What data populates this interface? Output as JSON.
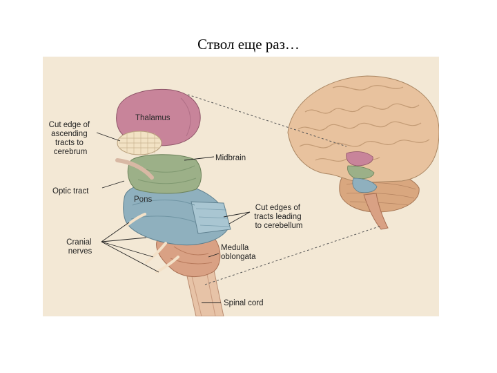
{
  "slide": {
    "title": "Ствол еще раз…"
  },
  "figure": {
    "labels": {
      "thalamus": "Thalamus",
      "cut_edge_ascending": [
        "Cut edge of",
        "ascending",
        "tracts to",
        "cerebrum"
      ],
      "midbrain": "Midbrain",
      "optic_tract": "Optic tract",
      "pons": "Pons",
      "cut_edges_cerebellum": [
        "Cut edges of",
        "tracts leading",
        "to cerebellum"
      ],
      "cranial_nerves": [
        "Cranial",
        "nerves"
      ],
      "medulla": [
        "Medulla",
        "oblongata"
      ],
      "spinal_cord": "Spinal cord"
    },
    "colors": {
      "background": "#f2e6d2",
      "thalamus": "#c8849a",
      "midbrain": "#9cb088",
      "pons": "#8fb0be",
      "medulla": "#d9a184",
      "cerebrum": "#e8c29e",
      "cerebellum": "#d9a77f"
    }
  }
}
